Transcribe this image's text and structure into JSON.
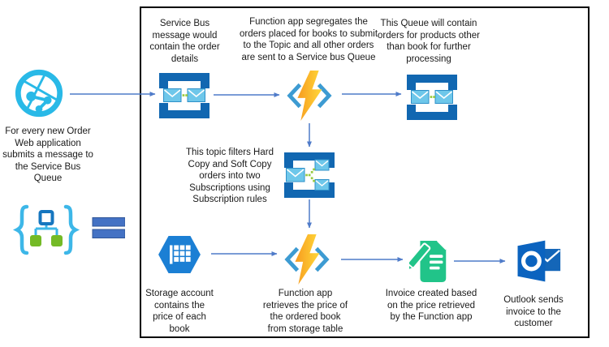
{
  "diagram": {
    "type": "azure-service-bus-order-flow",
    "frame_color": "#000000",
    "arrow_color": "#4f7bc9",
    "nodes": {
      "web_app": {
        "icon": "globe-network-icon",
        "icon_color": "#29b9e7",
        "caption": "For every new Order\nWeb application\nsubmits a message to\nthe Service Bus\nQueue"
      },
      "service_bus_queue": {
        "icon": "service-bus-queue-icon",
        "icon_colors": {
          "bracket": "#1167b1",
          "envelope": "#6ec7ea",
          "dots": "#97ca3f"
        },
        "caption": "Service Bus\nmessage would\ncontain the order\ndetails"
      },
      "function_segregate": {
        "icon": "function-app-icon",
        "icon_colors": {
          "brackets": "#3d9bd2",
          "bolt_from": "#f79b1f",
          "bolt_to": "#ffd83a"
        },
        "caption": "Function app segregates the\norders placed for books to submit\nto the Topic and all other orders\nare sent to a Service bus Queue"
      },
      "other_orders_queue": {
        "icon": "service-bus-queue-icon",
        "icon_colors": {
          "bracket": "#1167b1",
          "envelope": "#6ec7ea",
          "dots": "#97ca3f"
        },
        "caption": "This Queue will contain\norders for products other\nthan book for further\nprocessing"
      },
      "topic": {
        "icon": "service-bus-topic-icon",
        "icon_colors": {
          "bracket": "#1167b1",
          "envelope": "#6ec7ea",
          "dots": "#97ca3f"
        },
        "caption": "This topic filters Hard\nCopy and Soft Copy\norders into two\nSubscriptions using\nSubscription rules"
      },
      "logic_app": {
        "icon": "logic-app-braces-icon",
        "icon_colors": {
          "braces": "#3db7e8",
          "top_node": "#1676bf",
          "leaf_nodes": "#74ba26",
          "equals": "#4472c4"
        },
        "caption": ""
      },
      "storage": {
        "icon": "storage-account-icon",
        "icon_color": "#1b7fd4",
        "caption": "Storage account\ncontains the\nprice of each\nbook"
      },
      "function_price": {
        "icon": "function-app-icon",
        "icon_colors": {
          "brackets": "#3d9bd2",
          "bolt_from": "#f79b1f",
          "bolt_to": "#ffd83a"
        },
        "caption": "Function app\nretrieves the price of\nthe ordered book\nfrom storage table"
      },
      "invoice": {
        "icon": "invoice-document-icon",
        "icon_color": "#21c489",
        "caption": "Invoice created based\non the price retrieved\nby the Function app"
      },
      "outlook": {
        "icon": "outlook-icon",
        "icon_colors": {
          "front": "#0b63bf",
          "envelope": "#1466b8"
        },
        "caption": "Outlook sends\ninvoice to the\ncustomer"
      }
    },
    "arrows": [
      {
        "from": "web_app",
        "to": "service_bus_queue"
      },
      {
        "from": "service_bus_queue",
        "to": "function_segregate"
      },
      {
        "from": "function_segregate",
        "to": "other_orders_queue"
      },
      {
        "from": "function_segregate",
        "to": "topic"
      },
      {
        "from": "topic",
        "to": "function_price"
      },
      {
        "from": "storage",
        "to": "function_price"
      },
      {
        "from": "function_price",
        "to": "invoice"
      },
      {
        "from": "invoice",
        "to": "outlook"
      }
    ]
  }
}
